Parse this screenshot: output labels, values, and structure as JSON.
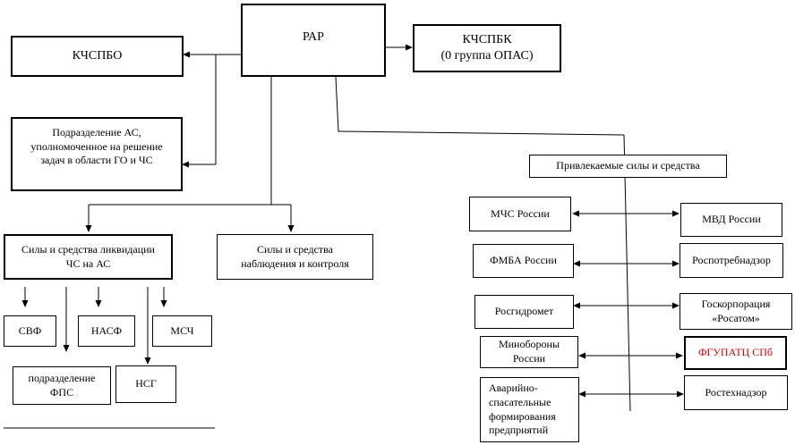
{
  "nodes": {
    "rar": "РАР",
    "kchspbo": "КЧСПБО",
    "kchspbk": "КЧСПБК",
    "kchspbk_sub": "(0 группа ОПАС)",
    "podrazdelenie_as": "Подразделение АС, уполномоченное на решение задач в области ГО и ЧС",
    "sily_likvidacii": "Силы и средства ликвидации ЧС на АС",
    "sily_nablyudeniya": "Силы и средства наблюдения и контроля",
    "svf": "СВФ",
    "nasf": "НАСФ",
    "msch": "МСЧ",
    "podrazdelenie_fps": "подразделение ФПС",
    "nsg": "НСГ",
    "privlekaemye": "Привлекаемые силы и средства",
    "mchs": "МЧС России",
    "mvd": "МВД России",
    "fmba": "ФМБА России",
    "rospotrebnadzor": "Роспотребнадзор",
    "rosgidromet": "Росгидромет",
    "rosatom": "Госкорпорация «Росатом»",
    "minoborony": "Минобороны России",
    "fgupatc": "ФГУПАТЦ СПб",
    "avariyno": "Аварийно-спасательные формирования предприятий",
    "rostehnadzor": "Ростехнадзор"
  },
  "colors": {
    "line": "#000000",
    "highlight": "#d40000"
  }
}
